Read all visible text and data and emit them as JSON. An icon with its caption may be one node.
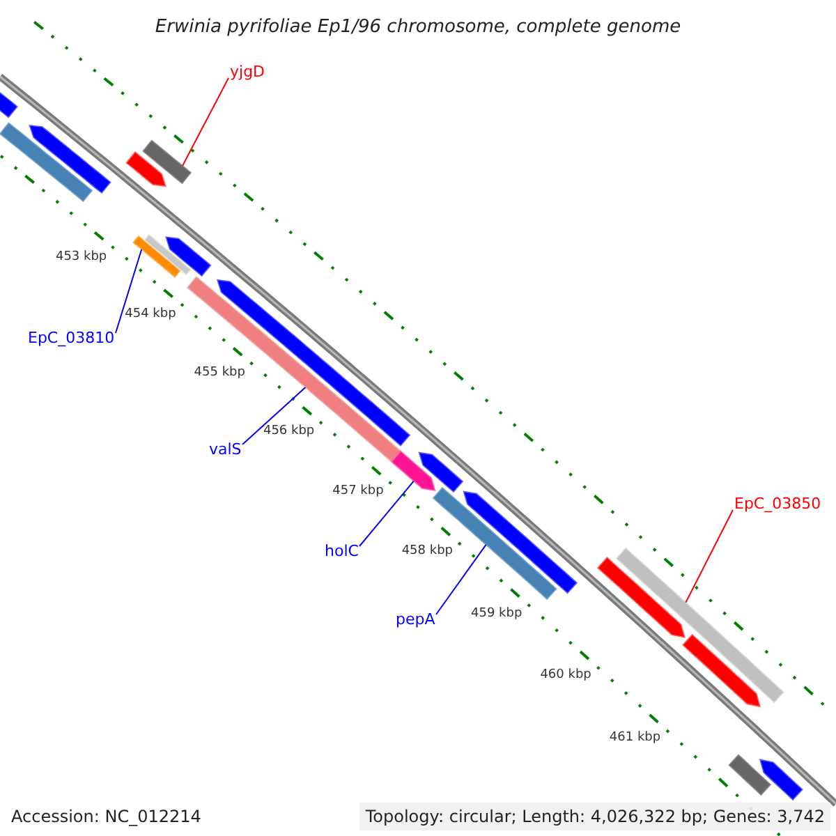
{
  "diagram": {
    "title": "Erwinia pyrifoliae Ep1/96 chromosome, complete genome",
    "nodes": [
      {
        "text": [
          "yjgD"
        ]
      },
      {
        "text": [],
        "shape": "bar"
      },
      {
        "text": [
          "EpC_03810"
        ]
      },
      {
        "text": [],
        "shape": "bar"
      },
      {
        "text": [
          "valS"
        ]
      },
      {
        "text": [],
        "shape": "bar"
      },
      {
        "text": [
          "holC"
        ]
      },
      {
        "text": [],
        "shape": "bar"
      },
      {
        "text": [
          "pepA"
        ]
      },
      {
        "text": [],
        "shape": "bar"
      },
      {
        "text": [
          "EpC_03850"
        ]
      },
      {
        "text": [],
        "shape": "bar"
      },
      {
        "text": [],
        "shape": "bar"
      },
      {
        "text": [],
        "shape": "bar"
      },
      {
        "text": [],
        "shape": "bar"
      },
      {
        "text": [],
        "shape": "bar"
      },
      {
        "text": [],
        "shape": "bar"
      },
      {
        "text": [],
        "shape": "bar"
      },
      {
        "text": [],
        "shape": "bar"
      },
      {
        "text": [],
        "shape": "bar"
      },
      {
        "text": [],
        "shape": "bar"
      },
      {
        "text": [],
        "shape": "bar"
      },
      {
        "text": [],
        "shape": "bar"
      },
      {
        "text": [],
        "shape": "bar"
      },
      {
        "text": [],
        "shape": "bar"
      }
    ],
    "edges": [
      {
        "from": 0,
        "to": 1,
        "arrow": "none",
        "color": "#ff0000"
      },
      {
        "from": 2,
        "to": 3,
        "arrow": "none"
      },
      {
        "from": 4,
        "to": 5,
        "arrow": "none"
      },
      {
        "from": 6,
        "to": 7,
        "arrow": "none"
      },
      {
        "from": 8,
        "to": 9,
        "arrow": "none"
      },
      {
        "from": 10,
        "to": 11,
        "arrow": "none",
        "color": "#ff0000"
      }
    ],
    "labels": [
      "453 kbp",
      "454 kbp",
      "455 kbp",
      "456 kbp",
      "457 kbp",
      "458 kbp",
      "459 kbp",
      "460 kbp",
      "461 kbp",
      "Accession: NC_012214",
      "Topology: circular; Length: 4,026,322 bp; Genes: 3,742"
    ]
  }
}
